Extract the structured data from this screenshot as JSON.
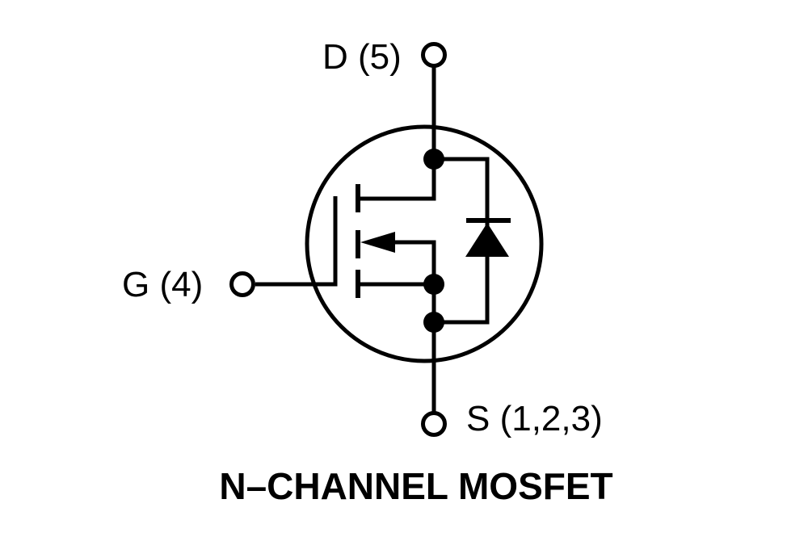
{
  "diagram": {
    "title": "N–CHANNEL MOSFET",
    "terminals": {
      "drain": {
        "label": "D (5)"
      },
      "gate": {
        "label": "G (4)"
      },
      "source": {
        "label": "S (1,2,3)"
      }
    },
    "colors": {
      "line": "#000000",
      "background": "#ffffff"
    }
  }
}
